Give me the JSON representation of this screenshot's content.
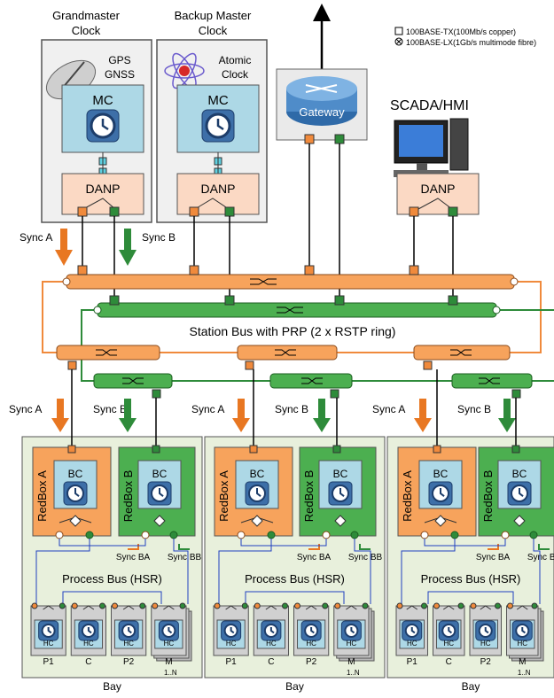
{
  "clocks": {
    "grandmaster_title": [
      "Grandmaster",
      "Clock"
    ],
    "backup_title": [
      "Backup Master",
      "Clock"
    ],
    "gps_label": [
      "GPS",
      "GNSS"
    ],
    "atomic_label": [
      "Atomic",
      "Clock"
    ],
    "mc_label": "MC",
    "danp_label": "DANP"
  },
  "legend": {
    "copper": "100BASE-TX(100Mb/s copper)",
    "fibre": "100BASE-LX(1Gb/s multimode fibre)"
  },
  "gateway": {
    "label": "Gateway"
  },
  "scada": {
    "label": "SCADA/HMI",
    "danp_label": "DANP"
  },
  "station_bus": {
    "label": "Station Bus with PRP (2 x RSTP ring)"
  },
  "sync": {
    "a": "Sync A",
    "b": "Sync B",
    "ba": "Sync BA",
    "bb": "Sync BB"
  },
  "bay": {
    "redbox_a": "RedBox A",
    "redbox_b": "RedBox B",
    "bc_label": "BC",
    "process_bus": "Process Bus (HSR)",
    "hc_label": "HC",
    "node_labels": [
      "P1",
      "C",
      "P2",
      "M"
    ],
    "count_label": "1..N",
    "bay_label": "Bay"
  },
  "colors": {
    "orange": "#f08a3c",
    "orange_fill": "#f7a35c",
    "green": "#2e8b3a",
    "green_fill": "#4caf50",
    "blue": "#1f3fbf",
    "danp_fill": "#fbd9c4",
    "mc_fill": "#add8e6",
    "bay_fill": "#e8f0dc",
    "clock_panel": "#f0f0f0"
  }
}
